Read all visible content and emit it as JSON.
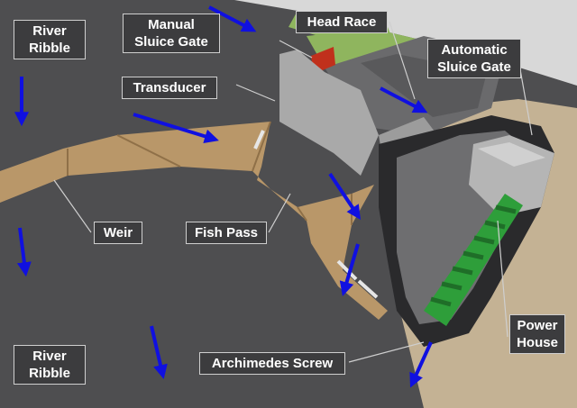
{
  "labels": {
    "river_top": [
      "River",
      "Ribble"
    ],
    "manual_gate": [
      "Manual",
      "Sluice Gate"
    ],
    "head_race": "Head Race",
    "automatic_gate": [
      "Automatic",
      "Sluice Gate"
    ],
    "transducer": "Transducer",
    "weir": "Weir",
    "fish_pass": "Fish Pass",
    "power_house": [
      "Power",
      "House"
    ],
    "river_bottom": [
      "River",
      "Ribble"
    ],
    "archimedes_screw": "Archimedes Screw"
  },
  "colors": {
    "water": "#4e4e50",
    "weir_wood": "#b99769",
    "bank": "#c4b294",
    "concrete": "#a9a9a9",
    "grass": "#8fb55e",
    "sluice_red": "#c0301c",
    "screw_green": "#2e9e3a",
    "flow_arrow": "#1010e0",
    "label_bg": "#3c3c3e",
    "label_text": "#ffffff"
  },
  "icons": [
    "flow-direction-arrow"
  ]
}
